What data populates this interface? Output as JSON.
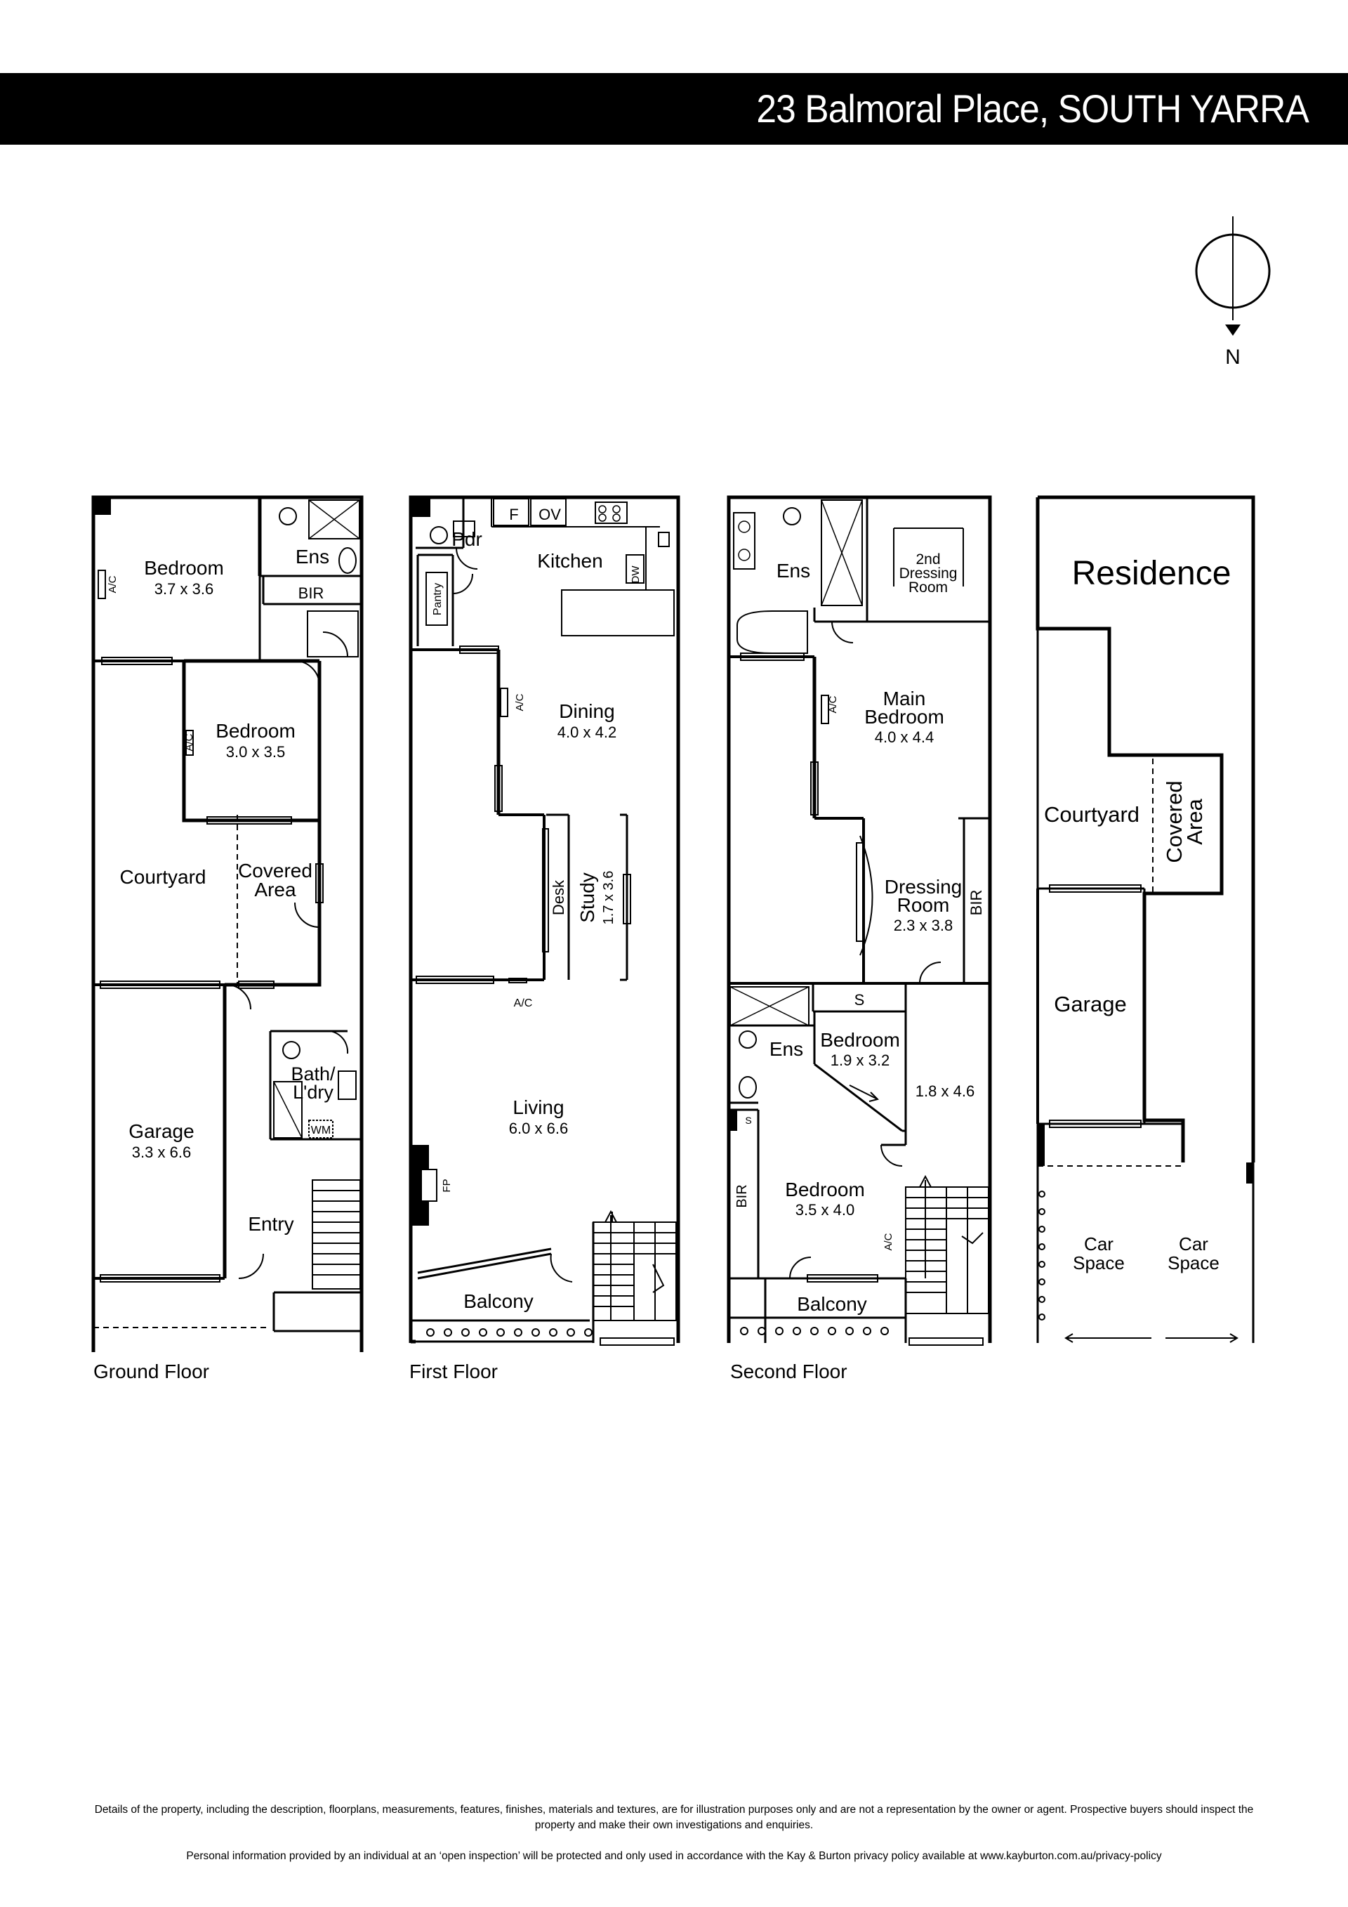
{
  "header": {
    "title": "23 Balmoral Place, SOUTH YARRA"
  },
  "compass": {
    "label": "N"
  },
  "floors": {
    "ground": "Ground Floor",
    "first": "First Floor",
    "second": "Second Floor"
  },
  "ground": {
    "bedroom1": {
      "name": "Bedroom",
      "dims": "3.7 x 3.6"
    },
    "ens": "Ens",
    "bir": "BIR",
    "ac1": "A/C",
    "bedroom2": {
      "name": "Bedroom",
      "dims": "3.0 x 3.5"
    },
    "ac2": "A/C",
    "courtyard": "Courtyard",
    "covered": [
      "Covered",
      "Area"
    ],
    "garage": {
      "name": "Garage",
      "dims": "3.3 x 6.6"
    },
    "bath": [
      "Bath/",
      "L'dry"
    ],
    "wm": "WM",
    "entry": "Entry"
  },
  "first": {
    "pdr": "Pdr",
    "f": "F",
    "ov": "OV",
    "kitchen": "Kitchen",
    "pantry": "Pantry",
    "dw": "DW",
    "ac1": "A/C",
    "dining": {
      "name": "Dining",
      "dims": "4.0 x 4.2"
    },
    "desk": "Desk",
    "study": {
      "name": "Study",
      "dims": "1.7 x 3.6"
    },
    "ac2": "A/C",
    "living": {
      "name": "Living",
      "dims": "6.0 x 6.6"
    },
    "fp": "FP",
    "balcony": "Balcony"
  },
  "second": {
    "ens1": "Ens",
    "dressing2": [
      "2nd",
      "Dressing",
      "Room"
    ],
    "ac1": "A/C",
    "main_bedroom": {
      "name1": "Main",
      "name2": "Bedroom",
      "dims": "4.0 x 4.4"
    },
    "dressing": {
      "name1": "Dressing",
      "name2": "Room",
      "dims": "2.3 x 3.8"
    },
    "bir1": "BIR",
    "s1": "S",
    "ens2": "Ens",
    "bedroom_small": {
      "name": "Bedroom",
      "dims": "1.9 x 3.2"
    },
    "hall_dims": "1.8 x 4.6",
    "s2": "S",
    "bir2": "BIR",
    "bedroom": {
      "name": "Bedroom",
      "dims": "3.5 x 4.0"
    },
    "ac2": "A/C",
    "balcony": "Balcony"
  },
  "site": {
    "residence": "Residence",
    "courtyard": "Courtyard",
    "covered": [
      "Covered",
      "Area"
    ],
    "garage": "Garage",
    "car1": [
      "Car",
      "Space"
    ],
    "car2": [
      "Car",
      "Space"
    ]
  },
  "disclaimer": {
    "line1": "Details of the property, including the description, floorplans, measurements, features, finishes, materials and textures, are for illustration purposes only and are not a representation by the owner or agent.  Prospective buyers should inspect the",
    "line2": "property and make their own investigations and enquiries.",
    "line3": "Personal information provided by an individual at an ‘open inspection’ will be protected and only used in accordance with the Kay & Burton privacy policy available at www.kayburton.com.au/privacy-policy"
  }
}
